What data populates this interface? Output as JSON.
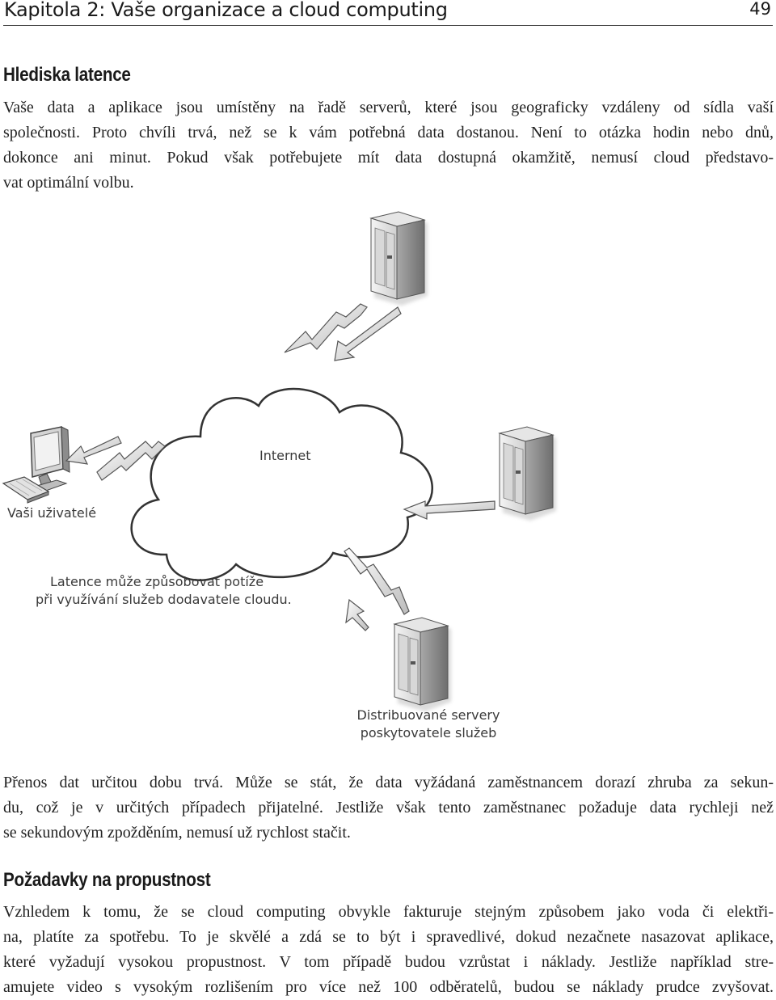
{
  "header": {
    "title": "Kapitola 2: Vaše organizace a cloud computing",
    "page_number": "49"
  },
  "section1": {
    "heading": "Hlediska latence",
    "lines": [
      "Vaše data a aplikace jsou umístěny na řadě serverů, které jsou geograficky vzdáleny od sídla vaší",
      "společnosti. Proto chvíli trvá, než se k vám potřebná data dostanou. Není to otázka hodin nebo dnů,",
      "dokonce ani minut. Pokud však potřebujete mít data dostupná okamžitě, nemusí cloud představo-",
      "vat optimální volbu."
    ]
  },
  "figure": {
    "internet_label": "Internet",
    "users_label": "Vaši uživatelé",
    "latency_label_line1": "Latence může způsobovat potíže",
    "latency_label_line2": "při využívání služeb dodavatele cloudu.",
    "servers_label_line1": "Distribuované servery",
    "servers_label_line2": "poskytovatele služeb",
    "icons": [
      "server-icon",
      "server-icon",
      "server-icon",
      "computer-icon",
      "cloud-icon",
      "lightning-arrow-icon"
    ]
  },
  "para_after_figure": {
    "lines": [
      "Přenos dat určitou dobu trvá. Může se stát, že data vyžádaná zaměstnancem dorazí zhruba za sekun-",
      "du, což je v určitých případech přijatelné. Jestliže však tento zaměstnanec požaduje data rychleji než",
      "se sekundovým zpožděním, nemusí už rychlost stačit."
    ]
  },
  "section2": {
    "heading": "Požadavky na propustnost",
    "lines": [
      "Vzhledem k tomu, že se cloud computing obvykle fakturuje stejným způsobem jako voda či elektři-",
      "na, platíte za spotřebu. To je skvělé a zdá se to být i spravedlivé, dokud nezačnete nasazovat aplikace,",
      "které vyžadují vysokou propustnost. V tom případě budou vzrůstat i náklady. Jestliže například stre-",
      "amujete video s vysokým rozlišením pro více než 100 odběratelů, budou se náklady prudce zvyšovat."
    ]
  }
}
